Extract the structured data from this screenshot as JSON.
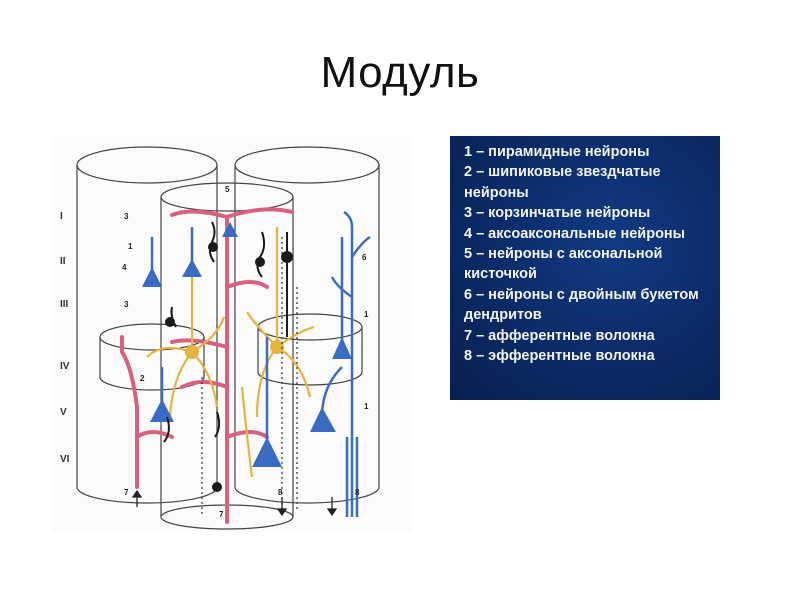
{
  "title": "Модуль",
  "diagram": {
    "layers": [
      "I",
      "II",
      "III",
      "IV",
      "V",
      "VI"
    ],
    "numbers": {
      "n5": "5",
      "n3a": "3",
      "n1a": "1",
      "n4": "4",
      "n3b": "3",
      "n2": "2",
      "n6": "6",
      "n1b": "1",
      "n1c": "1",
      "n7a": "7",
      "n7b": "7",
      "n8a": "8",
      "n8b": "8"
    }
  },
  "legend": {
    "items": [
      "1 – пирамидные нейроны",
      "2 – шипиковые звездчатые нейроны",
      "3 – корзинчатые нейроны",
      "4 – аксоаксональные нейроны",
      "5 – нейроны с аксональной кисточкой",
      "6 – нейроны с двойным букетом дендритов",
      "7 – афферентные волокна",
      "8 – эфферентные волокна"
    ]
  },
  "colors": {
    "blue_neurons": "#3b6cc4",
    "yellow_neurons": "#e6b43c",
    "pink_fibers": "#d9607e",
    "black_neurons": "#1a1a1a",
    "legend_bg": "#0b2a66"
  }
}
